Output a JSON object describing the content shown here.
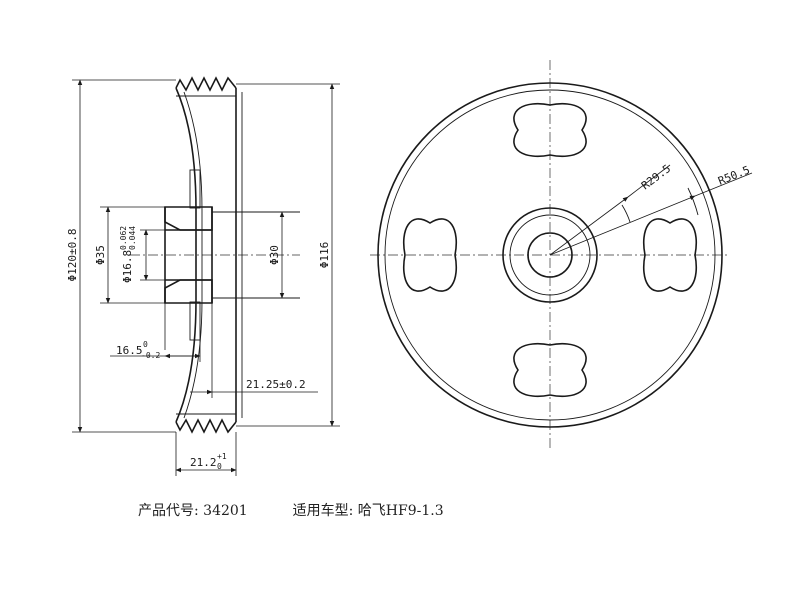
{
  "dimensions": {
    "outer_diameter": "Φ120±0.8",
    "hub_outer_diameter": "Φ35",
    "bore_diameter_base": "Φ16.8",
    "bore_tol_upper": "0.062",
    "bore_tol_lower": "0.044",
    "inner_diameter": "Φ30",
    "rim_diameter": "Φ116",
    "hub_length_base": "16.5",
    "hub_length_tol_upper": "0",
    "hub_length_tol_lower": "-0.2",
    "offset_length": "21.25±0.2",
    "width_base": "21.2",
    "width_tol_upper": "+1",
    "width_tol_lower": "0",
    "radius_inner_slot": "R29.5",
    "radius_outer_slot": "R50.5"
  },
  "caption": {
    "product_code_label": "产品代号:",
    "product_code_value": "34201",
    "vehicle_label": "适用车型:",
    "vehicle_value": "哈飞HF9-1.3"
  }
}
